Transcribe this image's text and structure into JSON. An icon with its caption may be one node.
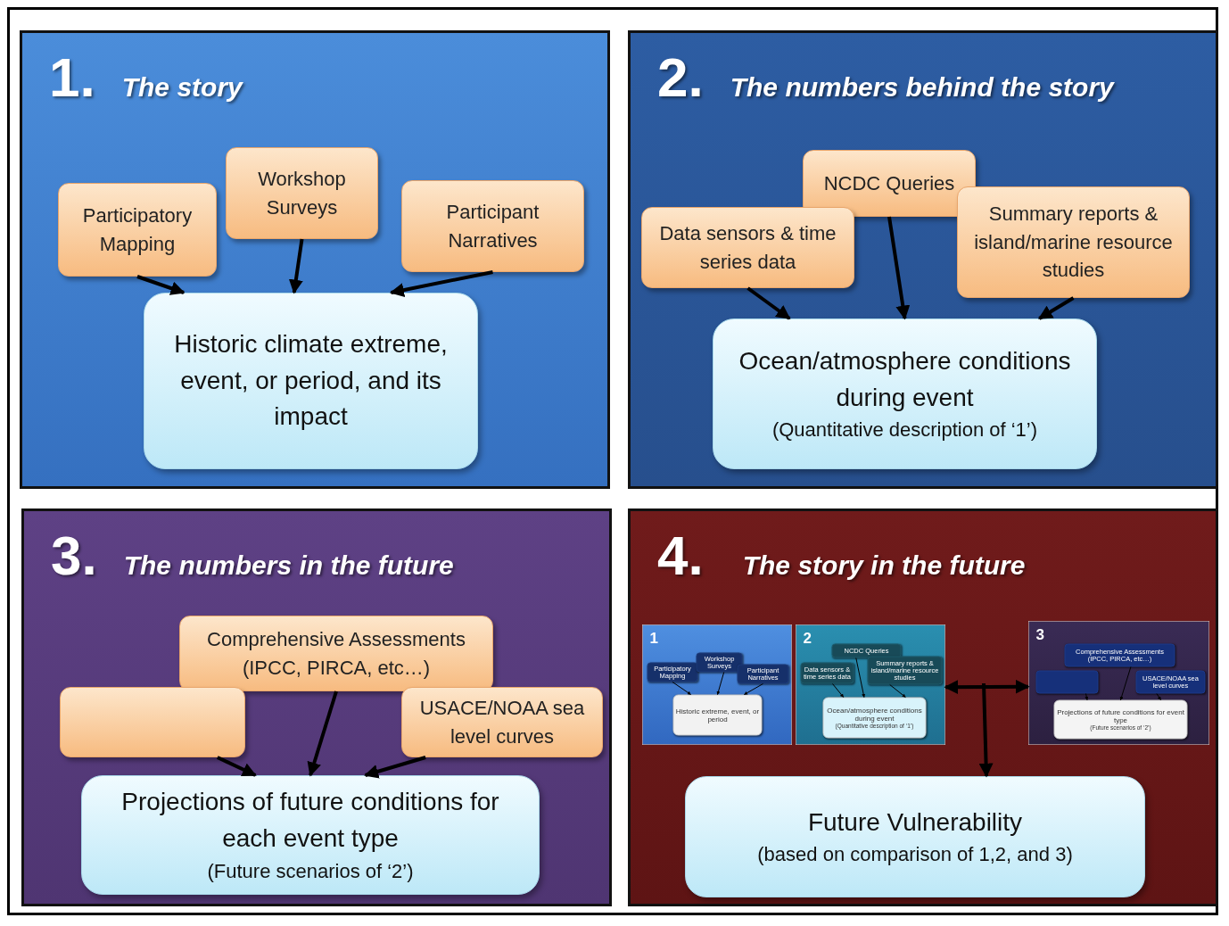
{
  "diagram": {
    "nodes": [
      {
        "text": [
          "1.",
          "The story"
        ]
      },
      {
        "text": [
          "Participatory Mapping"
        ],
        "in": 0
      },
      {
        "text": [
          "Workshop Surveys"
        ],
        "in": 0
      },
      {
        "text": [
          "Participant Narratives"
        ],
        "in": 0
      },
      {
        "text": [
          "Historic climate extreme, event, or period, and its impact"
        ],
        "in": 0
      },
      {
        "text": [
          "2.",
          "The numbers behind the story"
        ]
      },
      {
        "text": [
          "NCDC Queries"
        ],
        "in": 5
      },
      {
        "text": [
          "Data sensors & time series data"
        ],
        "in": 5
      },
      {
        "text": [
          "Summary reports & island/marine resource studies"
        ],
        "in": 5
      },
      {
        "text": [
          "Ocean/atmosphere conditions during event",
          "(Quantitative description of ‘1’)"
        ],
        "in": 5
      },
      {
        "text": [
          "3.",
          "The numbers in the future"
        ]
      },
      {
        "text": [
          "Comprehensive Assessments (IPCC, PIRCA, etc…)"
        ],
        "in": 10
      },
      {
        "text": [],
        "shape": "box",
        "in": 10
      },
      {
        "text": [
          "USACE/NOAA sea level curves"
        ],
        "in": 10
      },
      {
        "text": [
          "Projections of future conditions for each event type",
          "(Future scenarios of ‘2’)"
        ],
        "in": 10
      },
      {
        "text": [
          "4.",
          "The story in the future"
        ]
      },
      {
        "text": [
          "1"
        ],
        "in": 15
      },
      {
        "text": [
          "Participatory Mapping"
        ],
        "in": 16
      },
      {
        "text": [
          "Workshop Surveys"
        ],
        "in": 16
      },
      {
        "text": [
          "Participant Narratives"
        ],
        "in": 16
      },
      {
        "text": [
          "Historic extreme, event, or period"
        ],
        "in": 16
      },
      {
        "text": [
          "2"
        ],
        "in": 15
      },
      {
        "text": [
          "NCDC Queries"
        ],
        "in": 21
      },
      {
        "text": [
          "Data sensors & time series data"
        ],
        "in": 21
      },
      {
        "text": [
          "Summary reports & island/marine resource studies"
        ],
        "in": 21
      },
      {
        "text": [
          "Ocean/atmosphere conditions during event",
          "(Quantitative description of ‘1’)"
        ],
        "in": 21
      },
      {
        "text": [
          "3"
        ],
        "in": 15
      },
      {
        "text": [
          "Comprehensive Assessments (IPCC, PIRCA, etc…)"
        ],
        "in": 26
      },
      {
        "text": [],
        "shape": "box",
        "in": 26
      },
      {
        "text": [
          "USACE/NOAA sea level curves"
        ],
        "in": 26
      },
      {
        "text": [
          "Projections of future conditions for event type",
          "(Future scenarios of ‘2’)"
        ],
        "in": 26
      },
      {
        "text": [
          "Future Vulnerability",
          "(based on comparison of 1,2, and 3)"
        ],
        "in": 15
      }
    ],
    "edges": [
      {
        "from": 1,
        "to": 4,
        "arrow": "to"
      },
      {
        "from": 2,
        "to": 4,
        "arrow": "to"
      },
      {
        "from": 3,
        "to": 4,
        "arrow": "to"
      },
      {
        "from": 7,
        "to": 9,
        "arrow": "to"
      },
      {
        "from": 6,
        "to": 9,
        "arrow": "to"
      },
      {
        "from": 8,
        "to": 9,
        "arrow": "to"
      },
      {
        "from": 12,
        "to": 14,
        "arrow": "to"
      },
      {
        "from": 11,
        "to": 14,
        "arrow": "to"
      },
      {
        "from": 13,
        "to": 14,
        "arrow": "to"
      },
      {
        "from": 17,
        "to": 20,
        "arrow": "to"
      },
      {
        "from": 18,
        "to": 20,
        "arrow": "to"
      },
      {
        "from": 19,
        "to": 20,
        "arrow": "to"
      },
      {
        "from": 23,
        "to": 25,
        "arrow": "to"
      },
      {
        "from": 22,
        "to": 25,
        "arrow": "to"
      },
      {
        "from": 24,
        "to": 25,
        "arrow": "to"
      },
      {
        "from": 28,
        "to": 30,
        "arrow": "to"
      },
      {
        "from": 27,
        "to": 30,
        "arrow": "to"
      },
      {
        "from": 29,
        "to": 30,
        "arrow": "to"
      },
      {
        "from": 21,
        "to": 26,
        "arrow": "both"
      },
      {
        "from": null,
        "to": 31,
        "arrow": "to"
      }
    ]
  }
}
